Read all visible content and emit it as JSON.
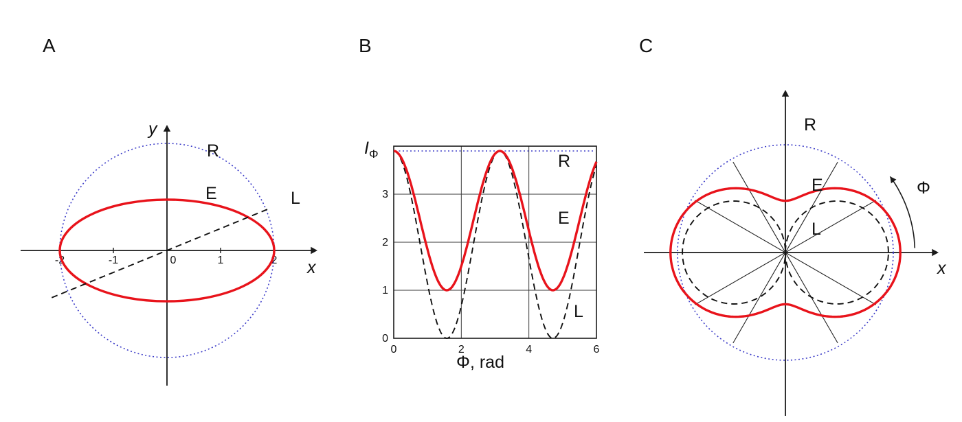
{
  "figure": {
    "bg": "#ffffff",
    "colors": {
      "red": "#e8131b",
      "blue_dotted": "#3c3cc8",
      "black": "#111111"
    },
    "panels": {
      "A": {
        "label": "A",
        "xlabel": "x",
        "ylabel": "y",
        "curve_labels": {
          "R": "R",
          "E": "E",
          "L": "L"
        }
      },
      "B": {
        "label": "B",
        "xlabel": "Φ, rad",
        "ylabel_main": "I",
        "ylabel_sub": "Φ",
        "curve_labels": {
          "R": "R",
          "E": "E",
          "L": "L"
        }
      },
      "C": {
        "label": "C",
        "xlabel": "x",
        "angle_label": "Φ",
        "curve_labels": {
          "R": "R",
          "E": "E",
          "L": "L"
        }
      }
    }
  },
  "chart_data": [
    {
      "panel": "A",
      "type": "line",
      "xlabel": "x",
      "ylabel": "y",
      "x_ticks": [
        -2,
        -1,
        0,
        1,
        2
      ],
      "tick_marks": [
        -1,
        1
      ],
      "series": [
        {
          "name": "R",
          "shape": "circle",
          "radius": 2,
          "style": "dotted",
          "color": "#3c3cc8"
        },
        {
          "name": "E",
          "shape": "ellipse",
          "a": 2,
          "b": 0.95,
          "style": "solid",
          "color": "#e8131b"
        },
        {
          "name": "L",
          "shape": "line-through-origin",
          "slope": 0.41,
          "x_range": [
            -2.15,
            1.9
          ],
          "style": "dashed",
          "color": "#000000"
        }
      ]
    },
    {
      "panel": "B",
      "type": "line",
      "xlabel": "Φ, rad",
      "ylabel": "IΦ",
      "xlim": [
        0,
        6
      ],
      "ylim": [
        0,
        4
      ],
      "x_ticks": [
        0,
        2,
        4,
        6
      ],
      "y_ticks": [
        0,
        1,
        2,
        3
      ],
      "grid_x": [
        2,
        4
      ],
      "grid_y": [
        1,
        2,
        3
      ],
      "series": [
        {
          "name": "R",
          "formula": "I = const",
          "min": 3.9,
          "max": 3.9,
          "style": "dotted",
          "color": "#3c3cc8"
        },
        {
          "name": "E",
          "formula": "I = 1 + 2.9·cos²Φ",
          "min": 1,
          "max": 3.9,
          "style": "solid",
          "color": "#e8131b"
        },
        {
          "name": "L",
          "formula": "I = 3.9·cos²Φ",
          "min": 0,
          "max": 3.9,
          "style": "dashed",
          "color": "#000000"
        }
      ]
    },
    {
      "panel": "C",
      "type": "polar",
      "xlabel": "x",
      "angle_label": "Φ",
      "series": [
        {
          "name": "R",
          "formula": "r = const",
          "radius": 2,
          "style": "dotted",
          "color": "#3c3cc8"
        },
        {
          "name": "E",
          "formula": "r² = b² + (a²−b²)cos²Φ",
          "a": 2.13,
          "b": 0.96,
          "style": "solid",
          "color": "#e8131b"
        },
        {
          "name": "L",
          "formula": "r = a·|cosΦ|",
          "a": 1.91,
          "style": "dashed",
          "color": "#000000"
        }
      ],
      "spoke_angles_deg": [
        30,
        60,
        120,
        150
      ],
      "spoke_length": 1.94,
      "phi_arrow": {
        "radius": 2.4,
        "start_deg": 2,
        "end_deg": 36
      }
    }
  ]
}
